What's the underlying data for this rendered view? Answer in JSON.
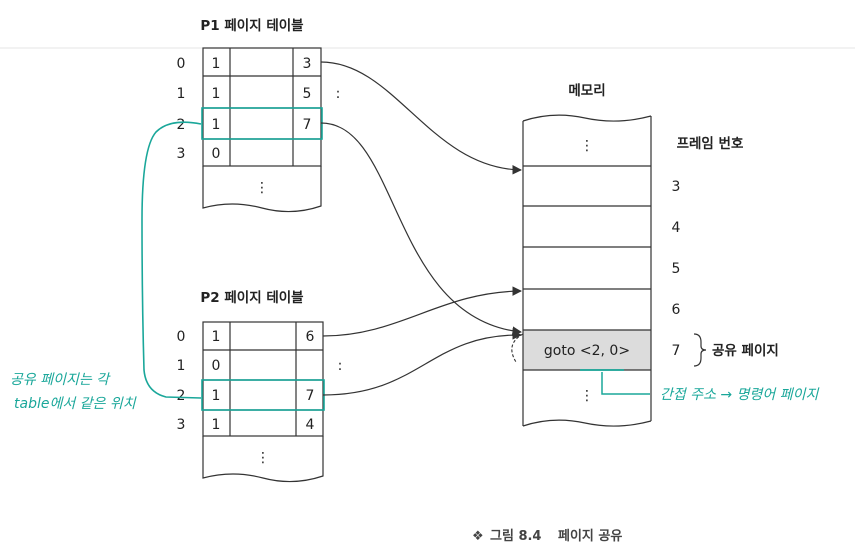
{
  "p1_table": {
    "title": "P1 페이지 테이블",
    "rows": [
      {
        "index": "0",
        "valid": "1",
        "frame": "3"
      },
      {
        "index": "1",
        "valid": "1",
        "frame": "5"
      },
      {
        "index": "2",
        "valid": "1",
        "frame": "7"
      },
      {
        "index": "3",
        "valid": "0",
        "frame": ""
      }
    ],
    "dots": "⋮",
    "side_dots": ":"
  },
  "p2_table": {
    "title": "P2 페이지 테이블",
    "rows": [
      {
        "index": "0",
        "valid": "1",
        "frame": "6"
      },
      {
        "index": "1",
        "valid": "0",
        "frame": ""
      },
      {
        "index": "2",
        "valid": "1",
        "frame": "7"
      },
      {
        "index": "3",
        "valid": "1",
        "frame": "4"
      }
    ],
    "dots": "⋮",
    "side_dots": ":"
  },
  "memory": {
    "title": "메모리",
    "frame_header": "프레임 번호",
    "frames": [
      "3",
      "4",
      "5",
      "6",
      "7"
    ],
    "shared_content": "goto <2, 0>",
    "shared_label": "공유 페이지",
    "dots": "⋮"
  },
  "annotations": {
    "left_line1": "공유 페이지는 각",
    "left_line2": "table에서 같은 위치",
    "right_note": "간접 주소 → 명령어 페이지",
    "accent_color": "#1aa79a"
  },
  "caption": {
    "marker": "❖",
    "label": "그림 8.4",
    "text": "페이지 공유"
  }
}
